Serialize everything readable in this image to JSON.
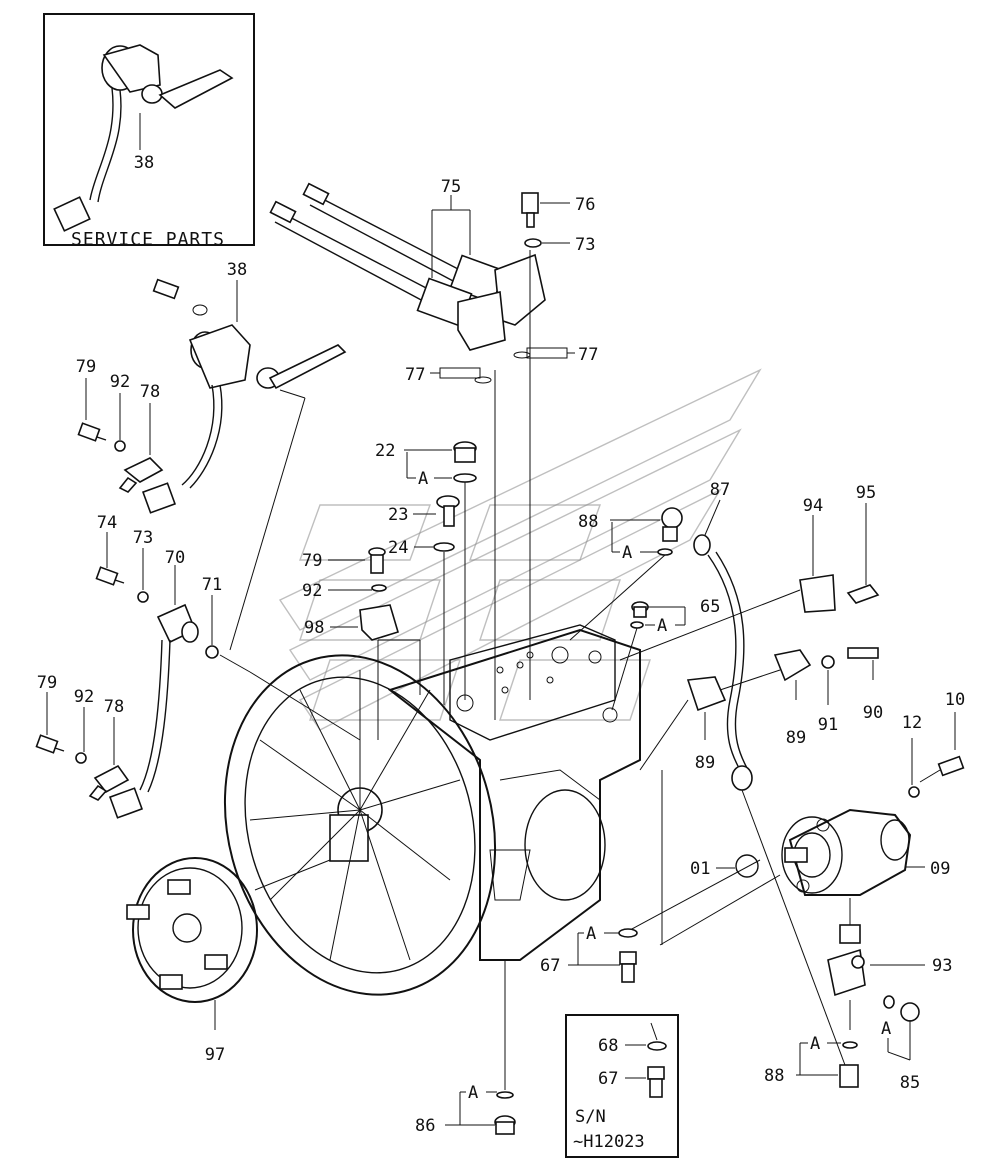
{
  "inset_service": {
    "caption": "SERVICE PARTS",
    "part": "38"
  },
  "inset_serial": {
    "sn_label": "S/N",
    "sn_value": "~H12023",
    "parts": [
      "68",
      "67"
    ]
  },
  "callouts": {
    "p38": "38",
    "p75": "75",
    "p76": "76",
    "p73a": "73",
    "p77a": "77",
    "p77b": "77",
    "p79a": "79",
    "p92a": "92",
    "p78a": "78",
    "p22": "22",
    "pA1": "A",
    "p23": "23",
    "p24": "24",
    "p79b": "79",
    "p92b": "92",
    "p98": "98",
    "p74": "74",
    "p73b": "73",
    "p70": "70",
    "p71": "71",
    "p79c": "79",
    "p92c": "92",
    "p78c": "78",
    "p88a": "88",
    "pA2": "A",
    "p87": "87",
    "p94": "94",
    "p95": "95",
    "p65": "65",
    "pA3": "A",
    "p89a": "89",
    "p91": "91",
    "p90": "90",
    "p89b": "89",
    "p10": "10",
    "p12": "12",
    "p01": "01",
    "p09": "09",
    "p93": "93",
    "pA4": "A",
    "p67": "67",
    "p97": "97",
    "pA5": "A",
    "p86": "86",
    "pA6": "A",
    "p88b": "88",
    "pA7": "A",
    "p85": "85"
  }
}
